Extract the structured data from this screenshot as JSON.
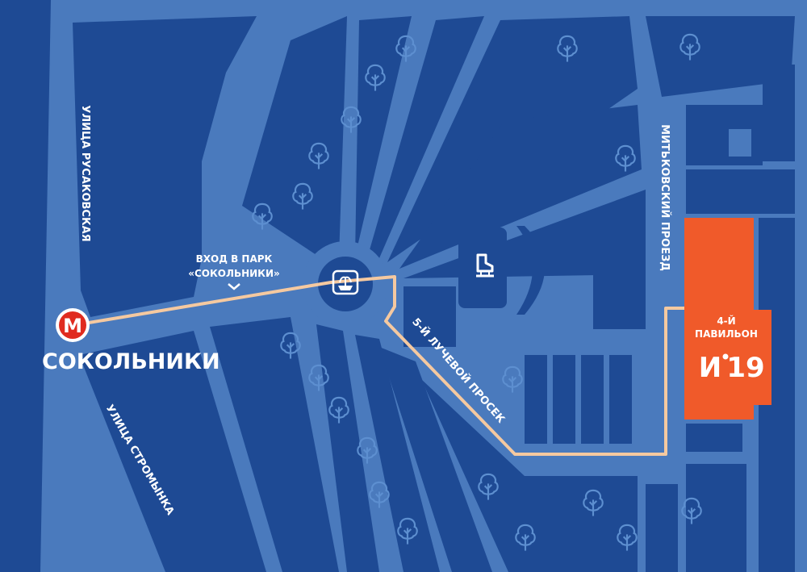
{
  "colors": {
    "background_road": "#4a7abd",
    "block": "#1e4a94",
    "route": "#f5c9a0",
    "pavilion": "#f05a2a",
    "metro_logo": "#e02b1f",
    "tree": "#5d8fd0"
  },
  "labels": {
    "street_rusakovskaya": "УЛИЦА РУСАКОВСКАЯ",
    "street_stromynka": "УЛИЦА СТРОМЫНКА",
    "street_mitkovsky": "МИТЬКОВСКИЙ ПРОЕЗД",
    "park_entrance_line1": "ВХОД В ПАРК",
    "park_entrance_line2": "«СОКОЛЬНИКИ»",
    "prosek": "5-Й ЛУЧЕВОЙ ПРОСЕК"
  },
  "metro": {
    "logo_letter": "M",
    "station_name": "СОКОЛЬНИКИ"
  },
  "pavilion": {
    "line1": "4-Й",
    "line2": "ПАВИЛЬОН",
    "brand_letter": "И",
    "brand_number": "19"
  },
  "icons": [
    "metro-icon",
    "fountain-icon",
    "skate-icon",
    "tree-icon",
    "chevron-down-icon"
  ]
}
